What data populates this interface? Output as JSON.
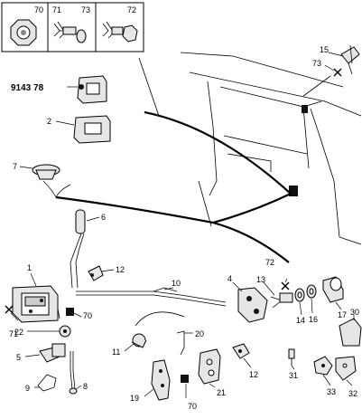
{
  "fastener_panel": {
    "boxes": [
      {
        "labels": [
          "70"
        ]
      },
      {
        "labels": [
          "71",
          "73"
        ]
      },
      {
        "labels": [
          "72"
        ]
      }
    ]
  },
  "part_code": "9143 78",
  "callouts": [
    "1",
    "2",
    "4",
    "5",
    "6",
    "7",
    "8",
    "9",
    "10",
    "11",
    "12",
    "12",
    "13",
    "14",
    "15",
    "16",
    "17",
    "19",
    "20",
    "21",
    "22",
    "30",
    "31",
    "32",
    "33",
    "70",
    "70",
    "71",
    "72",
    "73"
  ]
}
